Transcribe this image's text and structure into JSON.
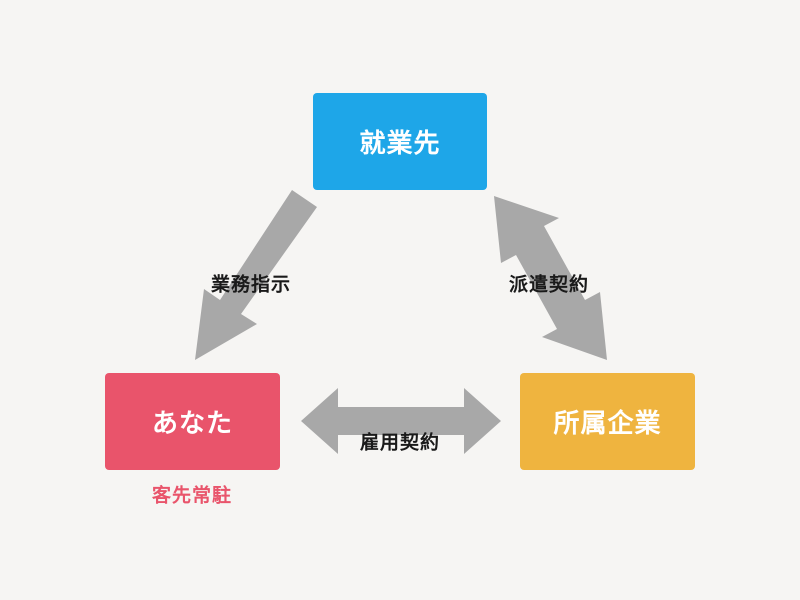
{
  "nodes": {
    "client": {
      "label": "就業先"
    },
    "you": {
      "label": "あなた",
      "sublabel": "客先常駐"
    },
    "agency": {
      "label": "所属企業"
    }
  },
  "edges": {
    "instruction": {
      "label": "業務指示",
      "direction": "client-to-you"
    },
    "dispatch": {
      "label": "派遣契約",
      "direction": "bidirectional"
    },
    "employment": {
      "label": "雇用契約",
      "direction": "bidirectional"
    }
  },
  "colors": {
    "background": "#f6f5f3",
    "client": "#1ea6e8",
    "you": "#e9546b",
    "agency": "#efb43f",
    "arrow": "#a8a8a8",
    "sublabel": "#e9546b",
    "text": "#1a1a1a"
  }
}
